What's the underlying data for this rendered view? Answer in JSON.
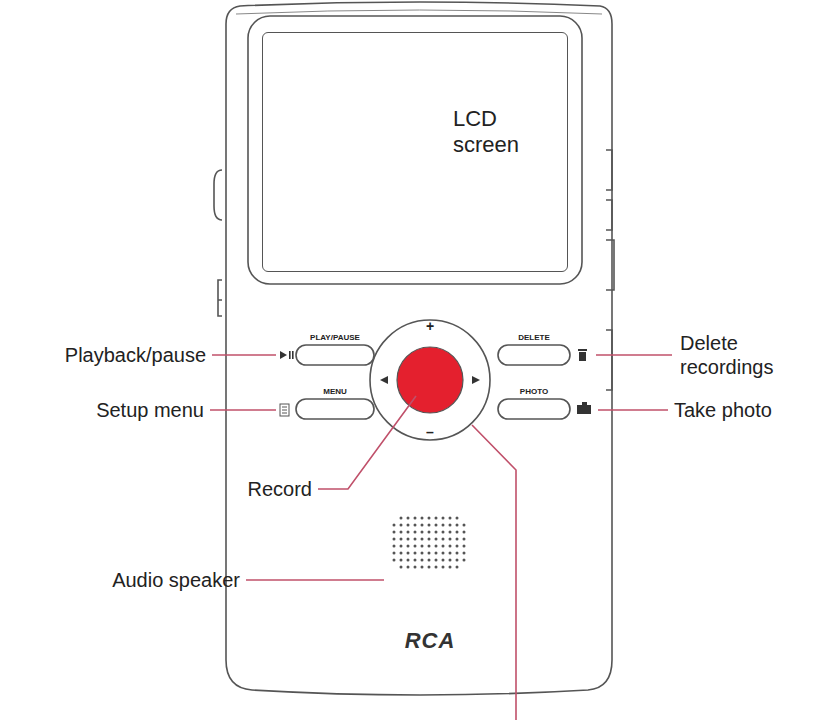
{
  "diagram": {
    "nodes": [
      {
        "text": [
          "LCD screen"
        ]
      }
    ],
    "labels": [
      "PLAY/PAUSE",
      "MENU",
      "DELETE",
      "PHOTO",
      "+",
      "–",
      "RCA",
      "Playback/pause",
      "Setup menu",
      "Record",
      "Audio speaker",
      "Delete recordings",
      "Take photo"
    ]
  }
}
